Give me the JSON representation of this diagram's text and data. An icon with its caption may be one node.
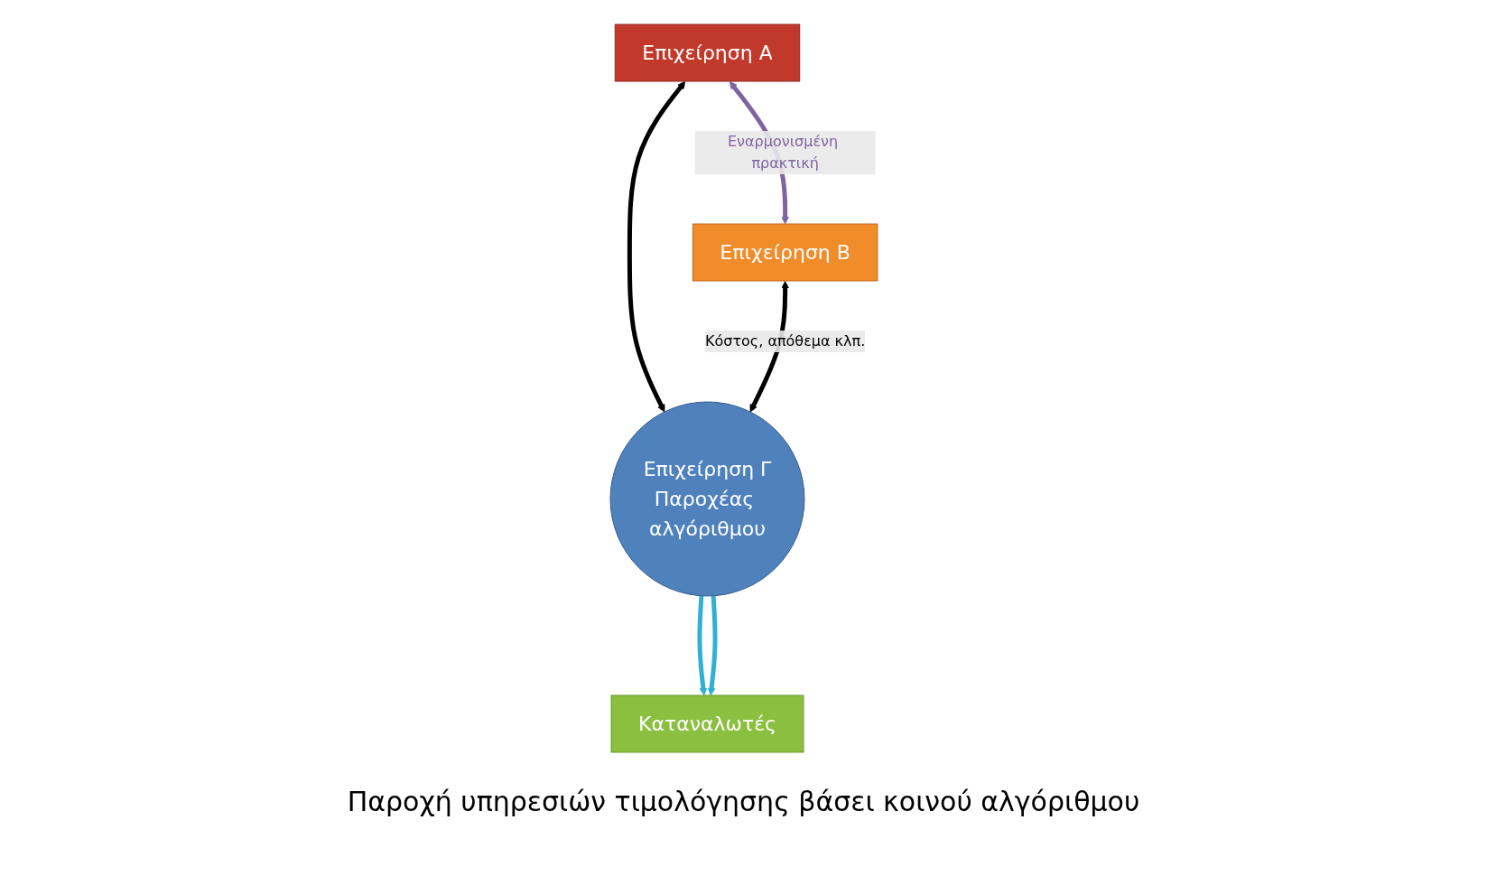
{
  "diagram": {
    "nodes": [
      {
        "text": [
          "Επιχείρηση Α"
        ]
      },
      {
        "text": [
          "Επιχείρηση Β"
        ]
      },
      {
        "text": [
          "Επιχείρηση Γ",
          "Παροχέας αλγόριθμου"
        ]
      },
      {
        "text": [
          "Καταναλωτές"
        ]
      }
    ],
    "edges": [
      {
        "from": 0,
        "to": 1,
        "arrow": "both",
        "label": "Εναρμονισμένη πρακτική",
        "color": "#8064a2"
      },
      {
        "from": 0,
        "to": 2,
        "arrow": "both"
      },
      {
        "from": 1,
        "to": 2,
        "arrow": "both",
        "label": "Κόστος, απόθεμα κλπ."
      },
      {
        "from": 2,
        "to": 3,
        "arrow": "to",
        "color": "#31b0d5"
      },
      {
        "from": 2,
        "to": 3,
        "arrow": "to",
        "color": "#31b0d5"
      }
    ],
    "labels": [
      "Παροχή υπηρεσιών τιμολόγησης βάσει κοινού αλγόριθμου"
    ]
  }
}
